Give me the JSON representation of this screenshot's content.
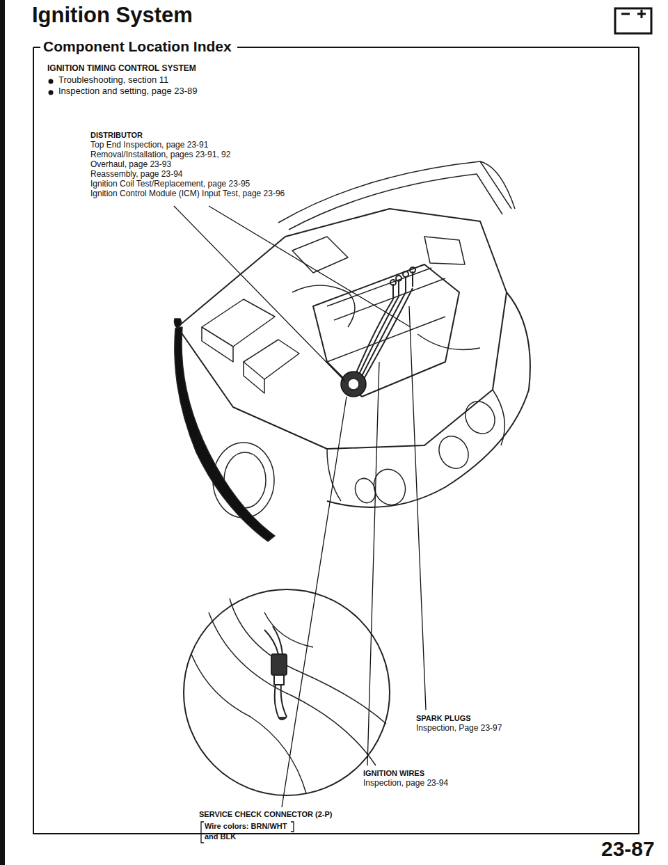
{
  "diagram": {
    "title": "Ignition System",
    "labels": [
      "Component Location Index",
      "IGNITION TIMING CONTROL SYSTEM",
      "Troubleshooting, section 11",
      "Inspection and setting, page 23-89",
      "DISTRIBUTOR",
      "Top End Inspection, page 23-91",
      "Removal/Installation, pages 23-91, 92",
      "Overhaul, page 23-93",
      "Reassembly, page 23-94",
      "Ignition Coil Test/Replacement, page 23-95",
      "Ignition Control Module (ICM) Input Test, page 23-96",
      "SPARK PLUGS",
      "Inspection, Page 23-97",
      "IGNITION WIRES",
      "Inspection, page 23-94",
      "SERVICE CHECK CONNECTOR (2-P)",
      "Wire colors: BRN/WHT and BLK",
      "23-87"
    ]
  }
}
